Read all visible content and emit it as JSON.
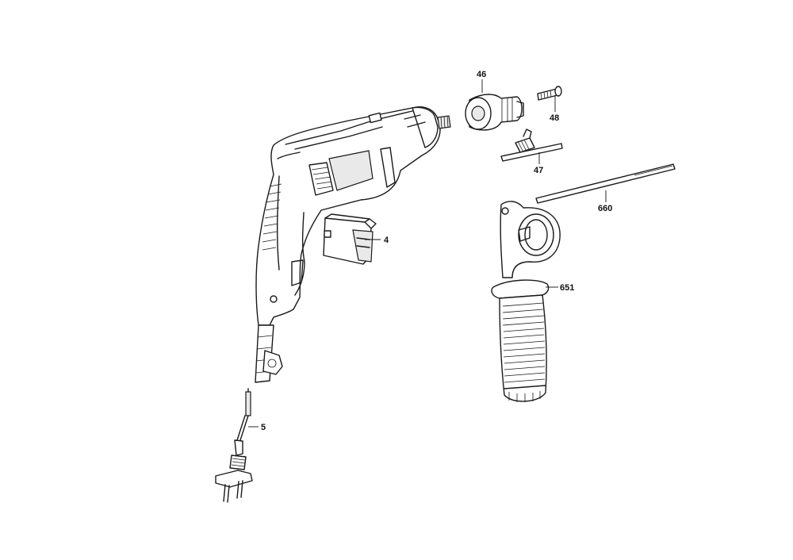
{
  "diagram": {
    "type": "exploded-parts-view",
    "callouts": [
      {
        "id": "4",
        "label": "4"
      },
      {
        "id": "5",
        "label": "5"
      },
      {
        "id": "46",
        "label": "46"
      },
      {
        "id": "47",
        "label": "47"
      },
      {
        "id": "48",
        "label": "48"
      },
      {
        "id": "651",
        "label": "651"
      },
      {
        "id": "660",
        "label": "660"
      }
    ]
  }
}
